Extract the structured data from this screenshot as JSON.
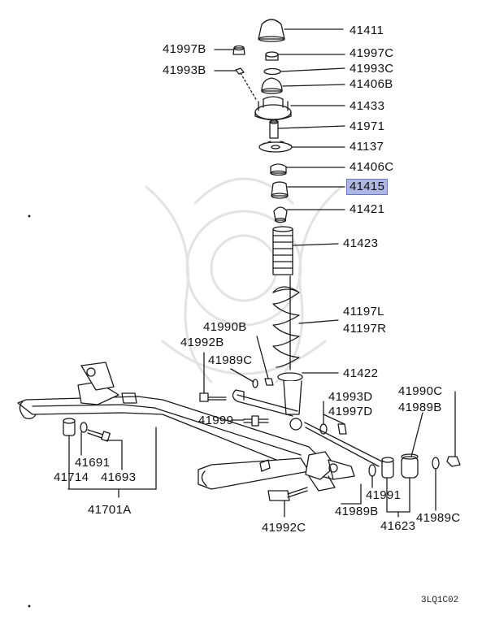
{
  "parts": {
    "p41411": "41411",
    "p41997C": "41997C",
    "p41997B": "41997B",
    "p41993C": "41993C",
    "p41993B": "41993B",
    "p41406B": "41406B",
    "p41433": "41433",
    "p41971": "41971",
    "p41137": "41137",
    "p41406C": "41406C",
    "p41415": "41415",
    "p41421": "41421",
    "p41423": "41423",
    "p41197L": "41197L",
    "p41197R": "41197R",
    "p41990B": "41990B",
    "p41992B": "41992B",
    "p41989C_a": "41989C",
    "p41422": "41422",
    "p41990C": "41990C",
    "p41989B_a": "41989B",
    "p41993D": "41993D",
    "p41997D": "41997D",
    "p41999": "41999",
    "p41691": "41691",
    "p41714": "41714",
    "p41693": "41693",
    "p41701A": "41701A",
    "p41991": "41991",
    "p41989B_b": "41989B",
    "p41989C_b": "41989C",
    "p41623": "41623",
    "p41992C": "41992C"
  },
  "highlighted_part": "41415",
  "diagram_code": "3LQ1C02",
  "colors": {
    "line": "#1a1a1a",
    "highlight": "#aeb6e4",
    "watermark": "#e6e6e6"
  }
}
